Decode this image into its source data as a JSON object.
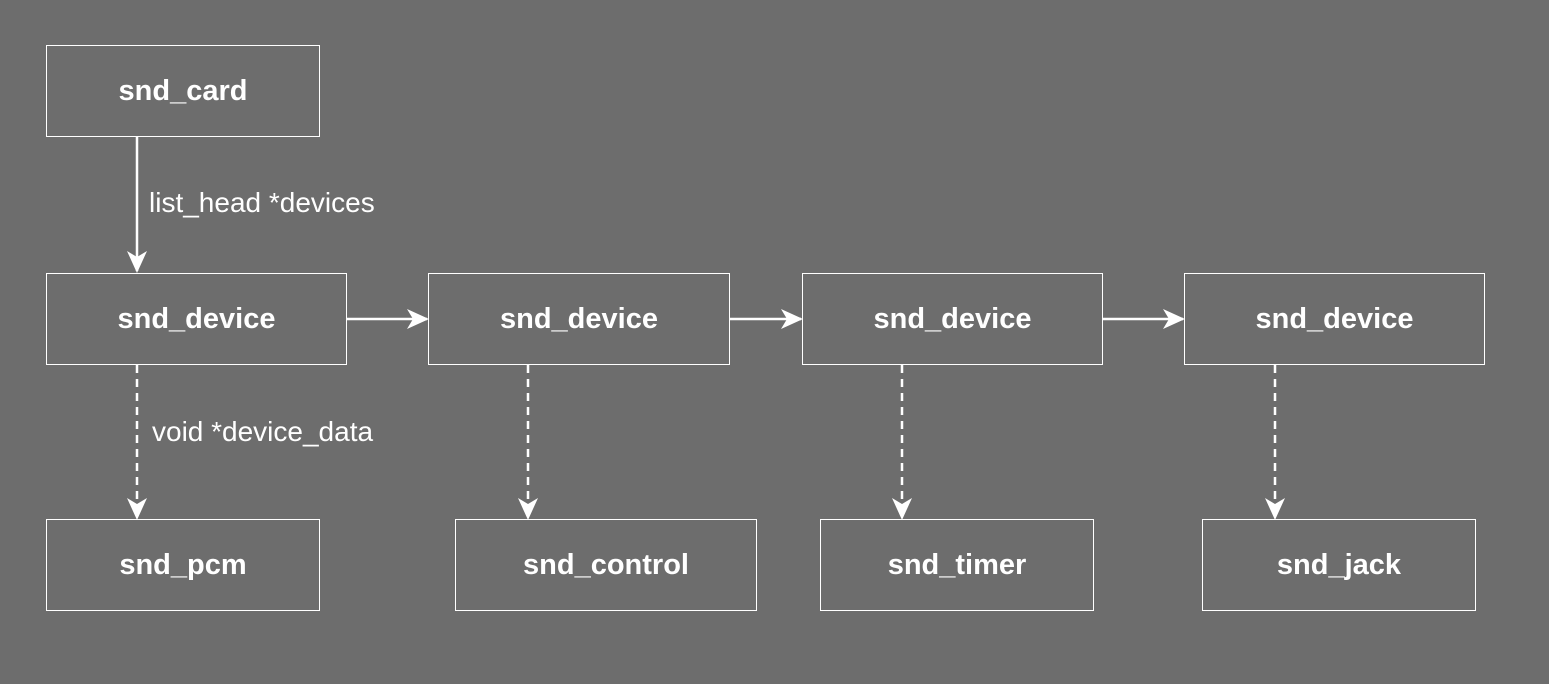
{
  "colors": {
    "background": "#6d6d6d",
    "stroke": "#ffffff",
    "text": "#ffffff"
  },
  "nodes": {
    "card": "snd_card",
    "devices": [
      "snd_device",
      "snd_device",
      "snd_device",
      "snd_device"
    ],
    "pcm": "snd_pcm",
    "control": "snd_control",
    "timer": "snd_timer",
    "jack": "snd_jack"
  },
  "edges": {
    "card_to_device_label": "list_head *devices",
    "device_to_data_label": "void *device_data"
  }
}
